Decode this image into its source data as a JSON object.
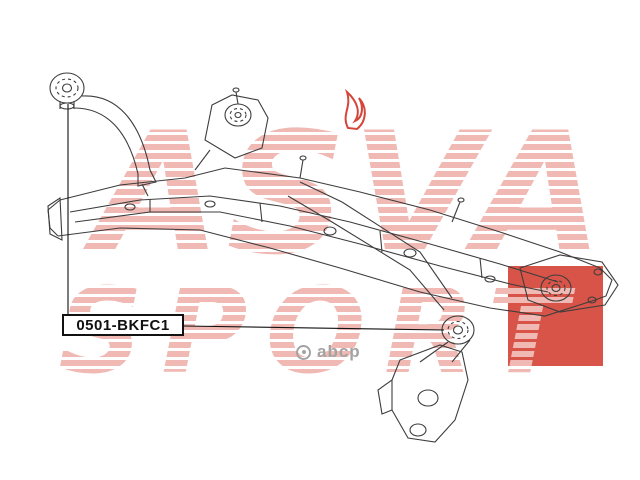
{
  "page": {
    "part_label": "0501-BKFC1",
    "watermark": {
      "line1": "ASVA",
      "line2": "SPORT"
    },
    "logo": {
      "text": "abcp"
    },
    "colors": {
      "watermark_red": "#f0b9b4",
      "accent_red": "#d5453a",
      "line": "#3d3d3d",
      "label_border": "#111111"
    }
  }
}
